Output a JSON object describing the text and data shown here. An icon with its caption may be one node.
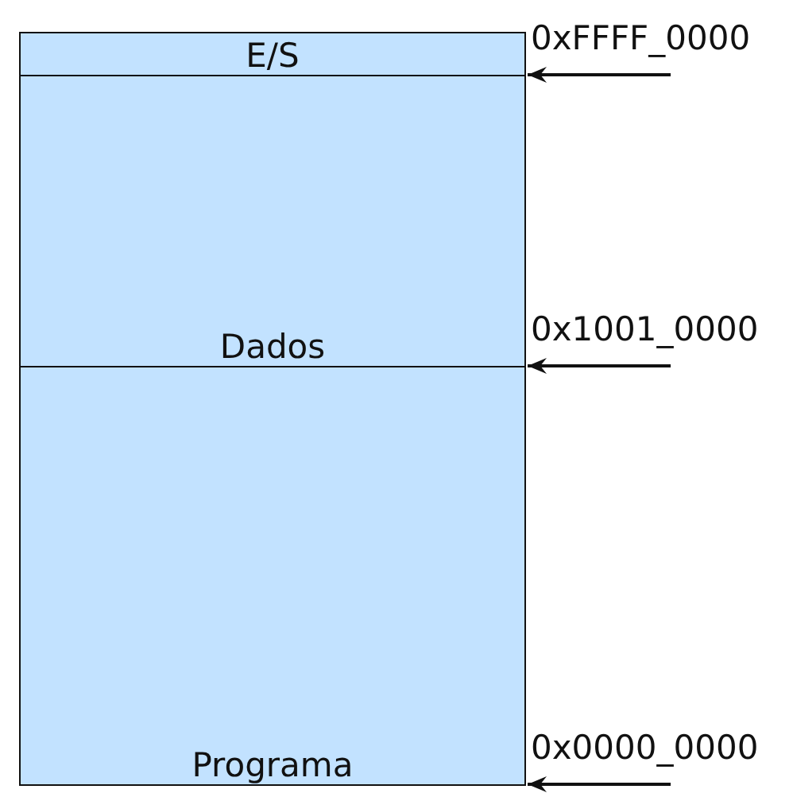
{
  "diagram": {
    "nodes": [
      {
        "text": [
          "E/S"
        ]
      },
      {
        "text": [
          "Dados"
        ]
      },
      {
        "text": [
          "Programa"
        ]
      },
      {
        "text": [
          "0xFFFF_0000"
        ]
      },
      {
        "text": [
          "0x1001_0000"
        ]
      },
      {
        "text": [
          "0x0000_0000"
        ]
      }
    ],
    "edges": [
      {
        "from": 3,
        "to": 0,
        "arrow": "to"
      },
      {
        "from": 4,
        "to": 1,
        "arrow": "to"
      },
      {
        "from": 5,
        "to": 2,
        "arrow": "to"
      }
    ]
  }
}
